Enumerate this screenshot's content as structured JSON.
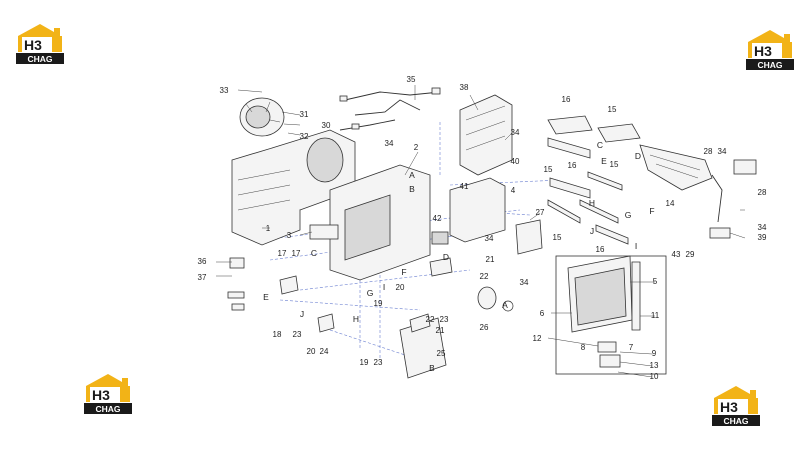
{
  "brand": {
    "logo_top": "H3",
    "logo_bottom": "CHAG",
    "color_orange": "#f2b317",
    "color_black": "#1a1a1a"
  },
  "callouts": [
    {
      "id": "33",
      "label": "33"
    },
    {
      "id": "31",
      "label": "31"
    },
    {
      "id": "30",
      "label": "30"
    },
    {
      "id": "32",
      "label": "32"
    },
    {
      "id": "35",
      "label": "35"
    },
    {
      "id": "38",
      "label": "38"
    },
    {
      "id": "34a",
      "label": "34"
    },
    {
      "id": "40",
      "label": "40"
    },
    {
      "id": "34b",
      "label": "34"
    },
    {
      "id": "2",
      "label": "2"
    },
    {
      "id": "41",
      "label": "41"
    },
    {
      "id": "4",
      "label": "4"
    },
    {
      "id": "42",
      "label": "42"
    },
    {
      "id": "16a",
      "label": "16"
    },
    {
      "id": "15a",
      "label": "15"
    },
    {
      "id": "16b",
      "label": "16"
    },
    {
      "id": "15b",
      "label": "15"
    },
    {
      "id": "15c",
      "label": "15"
    },
    {
      "id": "28a",
      "label": "28"
    },
    {
      "id": "34c",
      "label": "34"
    },
    {
      "id": "14",
      "label": "14"
    },
    {
      "id": "28b",
      "label": "28"
    },
    {
      "id": "34d",
      "label": "34"
    },
    {
      "id": "39",
      "label": "39"
    },
    {
      "id": "27",
      "label": "27"
    },
    {
      "id": "15d",
      "label": "15"
    },
    {
      "id": "16c",
      "label": "16"
    },
    {
      "id": "43",
      "label": "43"
    },
    {
      "id": "29",
      "label": "29"
    },
    {
      "id": "1",
      "label": "1"
    },
    {
      "id": "3",
      "label": "3"
    },
    {
      "id": "34e",
      "label": "34"
    },
    {
      "id": "36",
      "label": "36"
    },
    {
      "id": "37",
      "label": "37"
    },
    {
      "id": "17a",
      "label": "17"
    },
    {
      "id": "17b",
      "label": "17"
    },
    {
      "id": "21a",
      "label": "21"
    },
    {
      "id": "22a",
      "label": "22"
    },
    {
      "id": "20a",
      "label": "20"
    },
    {
      "id": "19a",
      "label": "19"
    },
    {
      "id": "34f",
      "label": "34"
    },
    {
      "id": "5",
      "label": "5"
    },
    {
      "id": "6",
      "label": "6"
    },
    {
      "id": "11",
      "label": "11"
    },
    {
      "id": "18",
      "label": "18"
    },
    {
      "id": "23a",
      "label": "23"
    },
    {
      "id": "22b",
      "label": "22"
    },
    {
      "id": "23b",
      "label": "23"
    },
    {
      "id": "21b",
      "label": "21"
    },
    {
      "id": "26",
      "label": "26"
    },
    {
      "id": "20b",
      "label": "20"
    },
    {
      "id": "24",
      "label": "24"
    },
    {
      "id": "25",
      "label": "25"
    },
    {
      "id": "12",
      "label": "12"
    },
    {
      "id": "8",
      "label": "8"
    },
    {
      "id": "7",
      "label": "7"
    },
    {
      "id": "9",
      "label": "9"
    },
    {
      "id": "13",
      "label": "13"
    },
    {
      "id": "10",
      "label": "10"
    },
    {
      "id": "19b",
      "label": "19"
    },
    {
      "id": "23c",
      "label": "23"
    }
  ],
  "letters": [
    {
      "id": "A1",
      "label": "A"
    },
    {
      "id": "B1",
      "label": "B"
    },
    {
      "id": "C1",
      "label": "C"
    },
    {
      "id": "D1",
      "label": "D"
    },
    {
      "id": "E1",
      "label": "E"
    },
    {
      "id": "F1",
      "label": "F"
    },
    {
      "id": "G1",
      "label": "G"
    },
    {
      "id": "H1",
      "label": "H"
    },
    {
      "id": "I1",
      "label": "I"
    },
    {
      "id": "J1",
      "label": "J"
    },
    {
      "id": "C2",
      "label": "C"
    },
    {
      "id": "D2",
      "label": "D"
    },
    {
      "id": "E2",
      "label": "E"
    },
    {
      "id": "F2",
      "label": "F"
    },
    {
      "id": "G2",
      "label": "G"
    },
    {
      "id": "H2",
      "label": "H"
    },
    {
      "id": "I2",
      "label": "I"
    },
    {
      "id": "J2",
      "label": "J"
    },
    {
      "id": "A2",
      "label": "A"
    },
    {
      "id": "B2",
      "label": "B"
    }
  ]
}
